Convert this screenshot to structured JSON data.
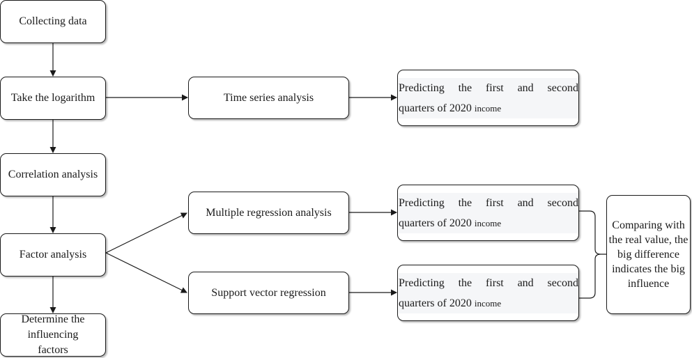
{
  "steps": {
    "collect": "Collecting data",
    "log": "Take the logarithm",
    "correlation": "Correlation analysis",
    "factor": "Factor analysis",
    "determine": "Determine the influencing factors"
  },
  "methods": {
    "time_series": "Time series analysis",
    "multiple_regression": "Multiple regression analysis",
    "svr": "Support vector regression"
  },
  "prediction": {
    "words": [
      "Predicting",
      "the",
      "first",
      "and",
      "second"
    ],
    "line2": "quarters of 2020",
    "unit": "income"
  },
  "comparison": "Comparing with the real value, the big difference indicates the big influence"
}
